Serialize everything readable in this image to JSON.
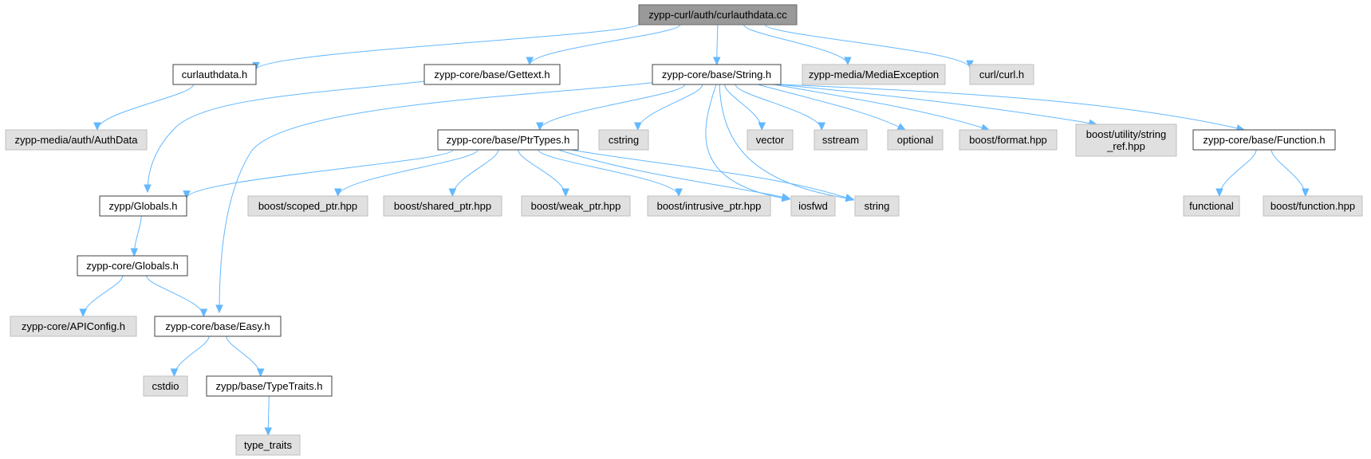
{
  "colors": {
    "root_fill": "#999999",
    "local_fill": "#ffffff",
    "external_fill": "#e0e0e0",
    "edge": "#63b8ff"
  },
  "nodes": [
    {
      "id": "root",
      "label": "zypp-curl/auth/curlauthdata.cc",
      "kind": "root"
    },
    {
      "id": "curlauthdata_h",
      "label": "curlauthdata.h",
      "kind": "local"
    },
    {
      "id": "gettext",
      "label": "zypp-core/base/Gettext.h",
      "kind": "local"
    },
    {
      "id": "string_h",
      "label": "zypp-core/base/String.h",
      "kind": "local"
    },
    {
      "id": "mediaexception",
      "label": "zypp-media/MediaException",
      "kind": "external"
    },
    {
      "id": "curl_h",
      "label": "curl/curl.h",
      "kind": "external"
    },
    {
      "id": "authdata",
      "label": "zypp-media/auth/AuthData",
      "kind": "external"
    },
    {
      "id": "ptrtypes",
      "label": "zypp-core/base/PtrTypes.h",
      "kind": "local"
    },
    {
      "id": "cstring",
      "label": "cstring",
      "kind": "external"
    },
    {
      "id": "vector",
      "label": "vector",
      "kind": "external"
    },
    {
      "id": "sstream",
      "label": "sstream",
      "kind": "external"
    },
    {
      "id": "optional",
      "label": "optional",
      "kind": "external"
    },
    {
      "id": "boost_format",
      "label": "boost/format.hpp",
      "kind": "external"
    },
    {
      "id": "boost_string_ref",
      "label": "boost/utility/string\n_ref.hpp",
      "kind": "external"
    },
    {
      "id": "function_h",
      "label": "zypp-core/base/Function.h",
      "kind": "local"
    },
    {
      "id": "zypp_globals",
      "label": "zypp/Globals.h",
      "kind": "local"
    },
    {
      "id": "scoped_ptr",
      "label": "boost/scoped_ptr.hpp",
      "kind": "external"
    },
    {
      "id": "shared_ptr",
      "label": "boost/shared_ptr.hpp",
      "kind": "external"
    },
    {
      "id": "weak_ptr",
      "label": "boost/weak_ptr.hpp",
      "kind": "external"
    },
    {
      "id": "intrusive_ptr",
      "label": "boost/intrusive_ptr.hpp",
      "kind": "external"
    },
    {
      "id": "iosfwd",
      "label": "iosfwd",
      "kind": "external"
    },
    {
      "id": "string",
      "label": "string",
      "kind": "external"
    },
    {
      "id": "functional",
      "label": "functional",
      "kind": "external"
    },
    {
      "id": "boost_function",
      "label": "boost/function.hpp",
      "kind": "external"
    },
    {
      "id": "core_globals",
      "label": "zypp-core/Globals.h",
      "kind": "local"
    },
    {
      "id": "apiconfig",
      "label": "zypp-core/APIConfig.h",
      "kind": "external"
    },
    {
      "id": "easy_h",
      "label": "zypp-core/base/Easy.h",
      "kind": "local"
    },
    {
      "id": "cstdio",
      "label": "cstdio",
      "kind": "external"
    },
    {
      "id": "typetraits_h",
      "label": "zypp/base/TypeTraits.h",
      "kind": "local"
    },
    {
      "id": "type_traits",
      "label": "type_traits",
      "kind": "external"
    }
  ],
  "edges": [
    [
      "root",
      "curlauthdata_h"
    ],
    [
      "root",
      "gettext"
    ],
    [
      "root",
      "string_h"
    ],
    [
      "root",
      "mediaexception"
    ],
    [
      "root",
      "curl_h"
    ],
    [
      "curlauthdata_h",
      "authdata"
    ],
    [
      "gettext",
      "zypp_globals"
    ],
    [
      "string_h",
      "easy_h"
    ],
    [
      "string_h",
      "ptrtypes"
    ],
    [
      "string_h",
      "cstring"
    ],
    [
      "string_h",
      "iosfwd"
    ],
    [
      "string_h",
      "string"
    ],
    [
      "string_h",
      "vector"
    ],
    [
      "string_h",
      "sstream"
    ],
    [
      "string_h",
      "optional"
    ],
    [
      "string_h",
      "boost_format"
    ],
    [
      "string_h",
      "boost_string_ref"
    ],
    [
      "string_h",
      "function_h"
    ],
    [
      "ptrtypes",
      "zypp_globals"
    ],
    [
      "ptrtypes",
      "scoped_ptr"
    ],
    [
      "ptrtypes",
      "shared_ptr"
    ],
    [
      "ptrtypes",
      "weak_ptr"
    ],
    [
      "ptrtypes",
      "intrusive_ptr"
    ],
    [
      "ptrtypes",
      "iosfwd"
    ],
    [
      "ptrtypes",
      "string"
    ],
    [
      "function_h",
      "functional"
    ],
    [
      "function_h",
      "boost_function"
    ],
    [
      "zypp_globals",
      "core_globals"
    ],
    [
      "core_globals",
      "apiconfig"
    ],
    [
      "core_globals",
      "easy_h"
    ],
    [
      "easy_h",
      "cstdio"
    ],
    [
      "easy_h",
      "typetraits_h"
    ],
    [
      "typetraits_h",
      "type_traits"
    ]
  ]
}
